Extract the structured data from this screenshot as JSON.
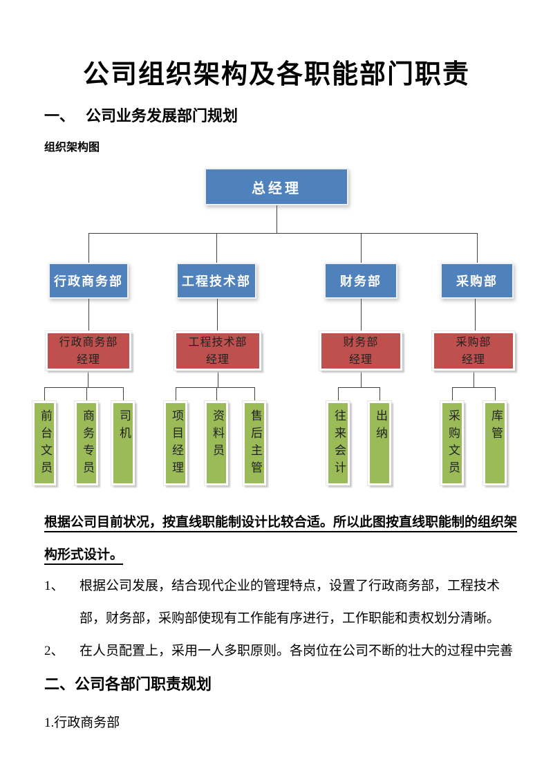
{
  "document": {
    "title": "公司组织架构及各职能部门职责",
    "section1_number": "一、",
    "section1_heading": "公司业务发展部门规划",
    "chart_caption": "组织架构图",
    "note_bold_underlined": "根据公司目前状况，按直线职能制设计比较合适。所以此图按直线职能制的组织架构形式设计。 ",
    "list_items": [
      {
        "num": "1、",
        "text": "根据公司发展，结合现代企业的管理特点，设置了行政商务部，工程技术部，财务部，采购部使现有工作能有序进行，工作职能和责权划分清晰。"
      },
      {
        "num": "2、",
        "text": "在人员配置上，采用一人多职原则。各岗位在公司不断的壮大的过程中完善"
      }
    ],
    "section2_heading": "二、公司各部门职责规划",
    "sub_item_num": "1.",
    "sub_item_label": "行政商务部"
  },
  "org_chart": {
    "root": "总经理",
    "colors": {
      "level1_blue": "#4F81BD",
      "manager_red": "#C0504D",
      "staff_green": "#9BBB59"
    },
    "departments": [
      {
        "label": "行政商务部",
        "manager_line1": "行政商务部",
        "manager_line2": "经理",
        "staff": [
          "前台文员",
          "商务专员",
          "司机"
        ]
      },
      {
        "label": "工程技术部",
        "manager_line1": "工程技术部",
        "manager_line2": "经理",
        "staff": [
          "项目经理",
          "资料员",
          "售后主管"
        ]
      },
      {
        "label": "财务部",
        "manager_line1": "财务部",
        "manager_line2": "经理",
        "staff": [
          "往来会计",
          "出纳"
        ]
      },
      {
        "label": "采购部",
        "manager_line1": "采购部",
        "manager_line2": "经理",
        "staff": [
          "采购文员",
          "库管"
        ]
      }
    ]
  }
}
